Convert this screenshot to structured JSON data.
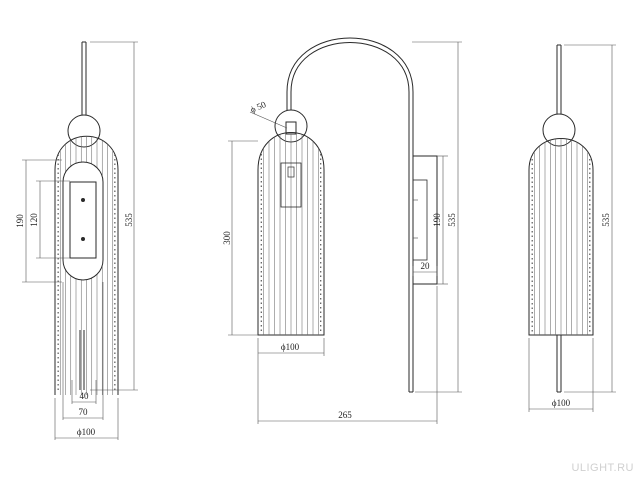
{
  "dimensions": {
    "left_view": {
      "height_535": "535",
      "height_190": "190",
      "height_120": "120",
      "width_40": "40",
      "width_70": "70",
      "diameter_100": "ϕ100"
    },
    "center_view": {
      "diameter_50": "ϕ 50",
      "height_300": "300",
      "diameter_100": "ϕ100",
      "width_265": "265",
      "height_190": "190",
      "height_535": "535",
      "width_20": "20"
    },
    "right_view": {
      "height_535": "535",
      "diameter_100": "ϕ100"
    }
  },
  "watermark": "ULIGHT.RU",
  "colors": {
    "line": "#2a2a2a",
    "dimension": "#555555",
    "watermark": "#d0d0d0"
  }
}
